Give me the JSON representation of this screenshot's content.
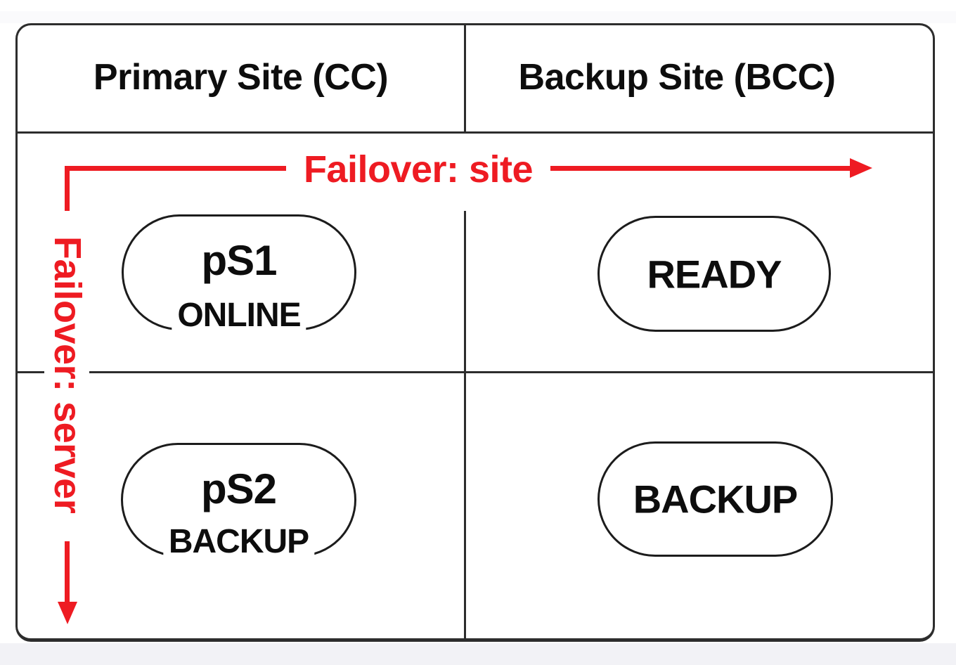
{
  "colors": {
    "accent_red": "#ee1b22",
    "line_black": "#2d2d2d",
    "text_black": "#0d0d0d",
    "page_bg": "#ffffff"
  },
  "table": {
    "primary_header": "Primary Site (CC)",
    "backup_header": "Backup Site (BCC)"
  },
  "nodes": {
    "ps1": {
      "name": "pS1",
      "status": "ONLINE"
    },
    "bcc_top": {
      "status": "READY"
    },
    "ps2": {
      "name": "pS2",
      "status": "BACKUP"
    },
    "bcc_bottom": {
      "status": "BACKUP"
    }
  },
  "arrows": {
    "site_failover_label": "Failover: site",
    "server_failover_label": "Failover: server"
  }
}
